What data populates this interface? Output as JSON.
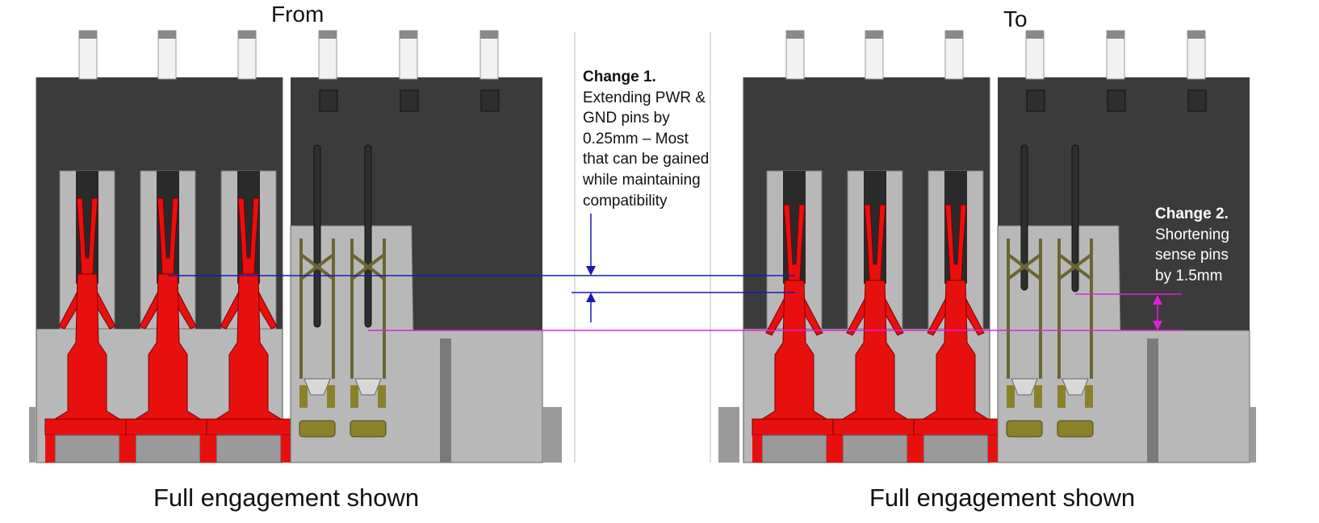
{
  "from_heading": "From",
  "to_heading": "To",
  "from_caption": "Full engagement shown",
  "to_caption": "Full engagement shown",
  "change1": {
    "title": "Change 1.",
    "lines": [
      "Extending PWR &",
      "GND pins by",
      "0.25mm – Most",
      "that can be gained",
      "while maintaining",
      "compatibility"
    ]
  },
  "change2": {
    "title": "Change 2.",
    "lines": [
      "Shortening",
      "sense pins",
      "by 1.5mm"
    ]
  },
  "colors": {
    "housing_dark": "#3b3b3b",
    "housing_light": "#b8b8b8",
    "power_pin": "#e8100e",
    "sense_pin": "#6b6530",
    "contact_gold": "#8a8129",
    "change1_marker": "#1a1ab4",
    "change2_marker": "#e020e0"
  }
}
